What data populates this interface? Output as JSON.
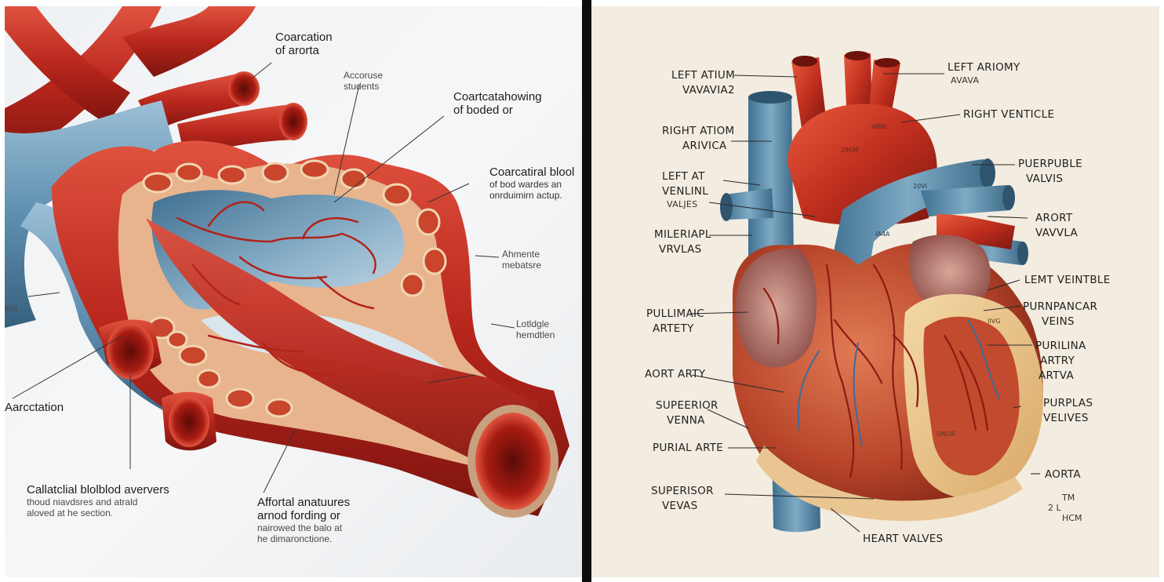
{
  "left": {
    "labels": [
      {
        "line1": "Coarcation",
        "line2": "of arorta"
      },
      {
        "line1": "Accoruse",
        "line2": "students"
      },
      {
        "line1": "Coartcatahowing",
        "line2": "of boded or"
      },
      {
        "line1": "Coarcatiral blool",
        "line2": "of bod wardes an",
        "line3": "onrduimirn actup."
      },
      {
        "line1": "Ahmente",
        "line2": "mebatsre"
      },
      {
        "line1": "Lotldgle",
        "line2": "hemdtlen"
      },
      {
        "line1": "len"
      },
      {
        "line1": "Aarcctation"
      },
      {
        "line1": "Callatclial blolblod aververs",
        "line2": "thoud niavdsres and atrald",
        "line3": "aloved at he section."
      },
      {
        "line1": "Affortal anatuures",
        "line2": "arnod fording or",
        "line3": "nairowed the balo at",
        "line4": "he dimaronctione."
      }
    ]
  },
  "right": {
    "labels_left": [
      {
        "line1": "LEFT ATIUM",
        "line2": "VAVAVIA2"
      },
      {
        "line1": "RIGHT ATIOM",
        "line2": "ARIVICA"
      },
      {
        "line1": "LEFT AT",
        "line2": "VENLINL",
        "line3": "VALJES"
      },
      {
        "line1": "MILERIAPL",
        "line2": "VRVLAS"
      },
      {
        "line1": "PULLIMAIC",
        "line2": "ARTETY"
      },
      {
        "line1": "AORT ARTY"
      },
      {
        "line1": "SUPEERIOR",
        "line2": "VENNA"
      },
      {
        "line1": "PURIAL ARTE"
      },
      {
        "line1": "SUPERISOR",
        "line2": "VEVAS"
      }
    ],
    "labels_right": [
      {
        "line1": "LEFT ARIOMY",
        "line2": "AVAVA"
      },
      {
        "line1": "RIGHT VENTICLE"
      },
      {
        "line1": "PUERPUBLE",
        "line2": "VALVIS"
      },
      {
        "line1": "ARORT",
        "line2": "VAVVLA"
      },
      {
        "line1": "LEMT VEINTBLE"
      },
      {
        "line1": "PURNPANCAR",
        "line2": "VEINS"
      },
      {
        "line1": "PURILINA",
        "line2": "ARTRY",
        "line3": "ARTVA"
      },
      {
        "line1": "PURPLAS",
        "line2": "VELIVES"
      },
      {
        "line1": "AORTA"
      }
    ],
    "bottom_label": "HEART VALVES",
    "corner_marks": {
      "line1": "TM",
      "line2": "2  L",
      "line3": "HCM"
    },
    "vessel_marks": [
      "VIBB",
      "291M",
      "20VI",
      "IA4A",
      "ONOR",
      "IIVG"
    ]
  },
  "colors": {
    "artery_red": "#b8261c",
    "vein_blue": "#5f8fb0",
    "muscle_tan": "#e9c68c",
    "left_bg": "#eef1f4",
    "right_bg": "#f3ece0"
  }
}
